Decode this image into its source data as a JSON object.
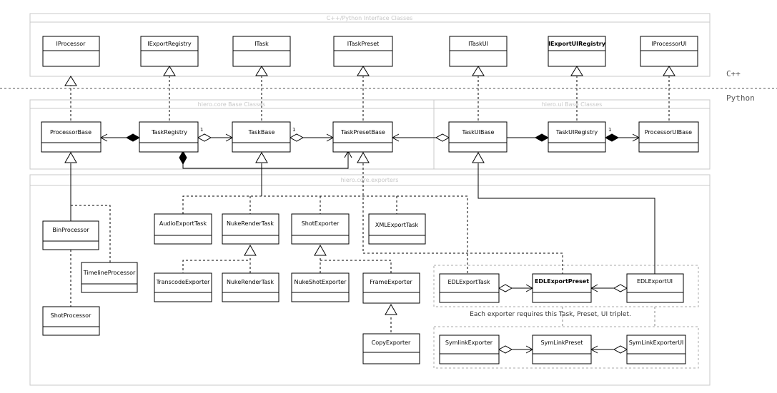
{
  "packages": {
    "cpp_python_interface": "C++/Python Interface Classes",
    "core_base": "hiero.core Base Classes",
    "ui_base": "hiero.ui Base Classes",
    "exporters": "hiero.core.exporters"
  },
  "layers": {
    "cpp": "C++",
    "python": "Python"
  },
  "classes": {
    "IProcessor": "IProcessor",
    "IExportRegistry": "IExportRegistry",
    "ITask": "ITask",
    "ITaskPreset": "ITaskPreset",
    "ITaskUI": "ITaskUI",
    "IExportUIRegistry": "IExportUIRegistry",
    "IProcessorUI": "IProcessorUI",
    "ProcessorBase": "ProcessorBase",
    "TaskRegistry": "TaskRegistry",
    "TaskBase": "TaskBase",
    "TaskPresetBase": "TaskPresetBase",
    "TaskUIBase": "TaskUIBase",
    "TaskUIRegistry": "TaskUIRegistry",
    "ProcessorUIBase": "ProcessorUIBase",
    "BinProcessor": "BinProcessor",
    "TimelineProcessor": "TimelineProcessor",
    "ShotProcessor": "ShotProcessor",
    "AudioExportTask": "AudioExportTask",
    "NukeRenderTask": "NukeRenderTask",
    "ShotExporter": "ShotExporter",
    "XMLExportTask": "XMLExportTask",
    "TranscodeExporter": "TranscodeExporter",
    "NukeRenderTask2": "NukeRenderTask",
    "NukeShotExporter": "NukeShotExporter",
    "FrameExporter": "FrameExporter",
    "CopyExporter": "CopyExporter",
    "EDLExportTask": "EDLExportTask",
    "EDLExportPreset": "EDLExportPreset",
    "EDLExportUI": "EDLExportUI",
    "SymlinkExporter": "SymlinkExporter",
    "SymLinkPreset": "SymLinkPreset",
    "SymLinkExporterUI": "SymLinkExporterUI"
  },
  "multiplicity": {
    "one": "1"
  },
  "note": "Each exporter requires this Task, Preset, UI triplet."
}
